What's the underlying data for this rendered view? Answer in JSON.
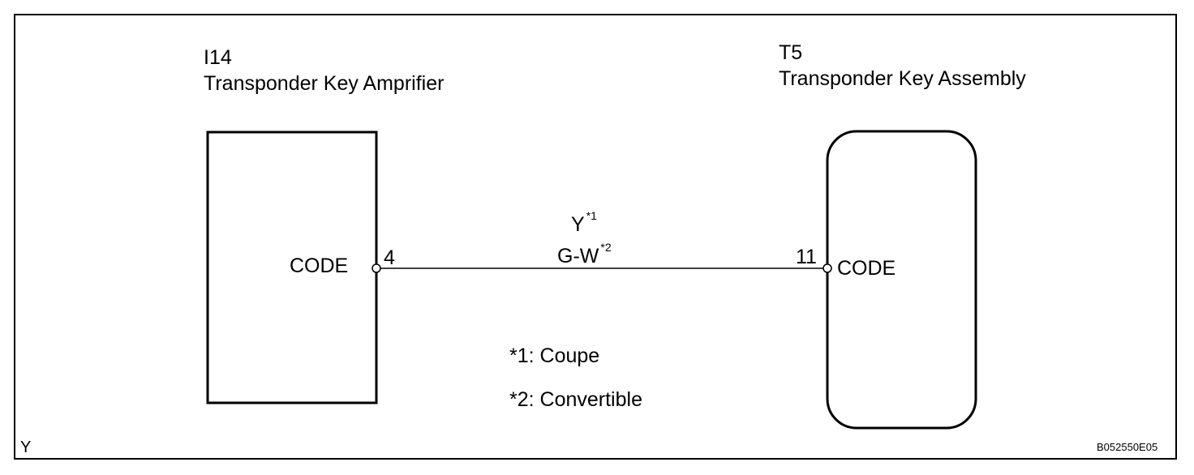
{
  "left_component": {
    "id": "I14",
    "name": "Transponder Key Amprifier",
    "terminal_label": "CODE",
    "pin": "4"
  },
  "right_component": {
    "id": "T5",
    "name": "Transponder Key Assembly",
    "terminal_label": "CODE",
    "pin": "11"
  },
  "wire": {
    "colors": [
      {
        "code": "Y",
        "ref": "*1"
      },
      {
        "code": "G-W",
        "ref": "*2"
      }
    ]
  },
  "notes": [
    "*1: Coupe",
    "*2: Convertible"
  ],
  "corner_label": "Y",
  "figure_code": "B052550E05"
}
